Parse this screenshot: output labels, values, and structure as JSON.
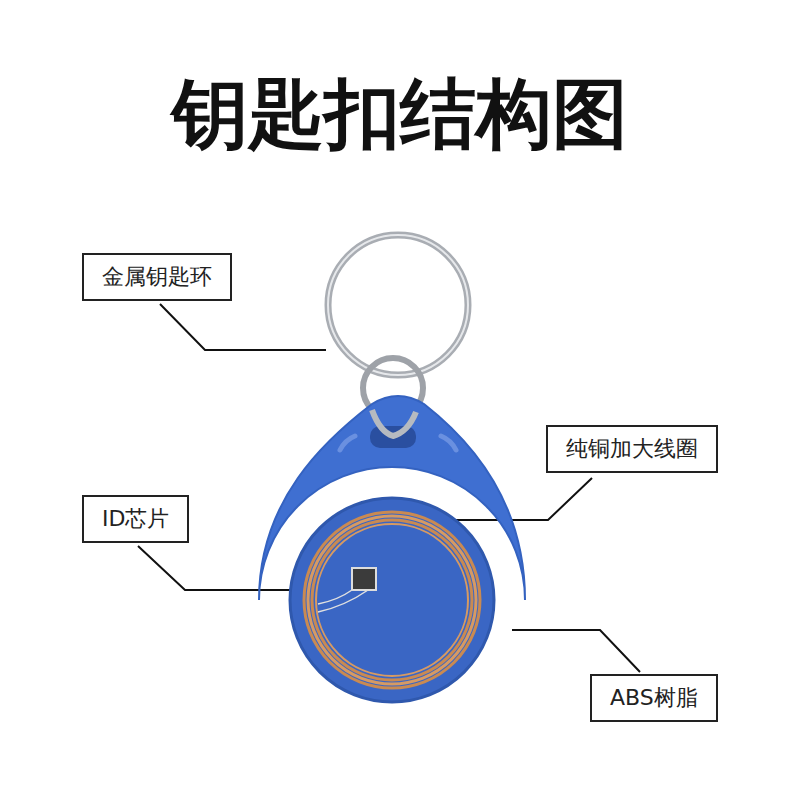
{
  "diagram": {
    "title": "钥匙扣结构图",
    "nodes": [
      {
        "text": [
          "金属钥匙环"
        ]
      },
      {
        "text": [
          "纯铜加大线圈"
        ]
      },
      {
        "text": [
          "ID芯片"
        ]
      },
      {
        "text": [
          "ABS树脂"
        ]
      }
    ]
  }
}
